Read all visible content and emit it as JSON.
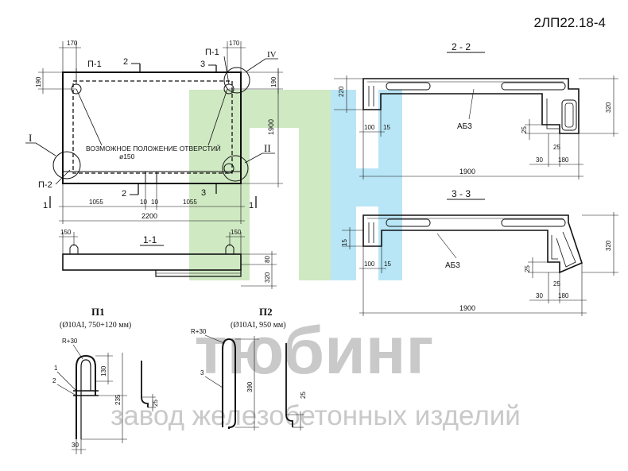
{
  "title": "2ЛП22.18-4",
  "plan": {
    "labels": {
      "p1_left": "П-1",
      "p1_right": "П-1",
      "p2": "П-2",
      "sec2_top": "2",
      "sec2_bottom": "2",
      "sec3_top": "3",
      "sec3_bottom": "3",
      "sec1_left": "1",
      "sec1_right": "1",
      "roman1": "I",
      "roman2": "II",
      "roman4": "IV",
      "note": "ВОЗМОЖНОЕ ПОЛОЖЕНИЕ ОТВЕРСТИЙ",
      "dia": "ø150"
    },
    "dims": {
      "top_left": "170",
      "top_right": "170",
      "left_190": "190",
      "right_190": "190",
      "height": "1900",
      "b1055a": "1055",
      "b10a": "10",
      "b10b": "10",
      "b1055b": "1055",
      "total": "2200"
    }
  },
  "section11": {
    "label": "1-1",
    "dims": {
      "left150": "150",
      "right150": "150",
      "d80": "80",
      "d320": "320"
    }
  },
  "section22": {
    "label": "2 - 2",
    "dims": {
      "d220": "220",
      "d100": "100",
      "d15": "15",
      "d25a": "25",
      "d25b": "25",
      "d30": "30",
      "d180": "180",
      "d1900": "1900",
      "d320": "320"
    },
    "rebar": "АБ3"
  },
  "section33": {
    "label": "3 - 3",
    "dims": {
      "d15a": "15",
      "d100": "100",
      "d15b": "15",
      "d25a": "25",
      "d25b": "25",
      "d30": "30",
      "d180": "180",
      "d1900": "1900",
      "d320": "320"
    },
    "rebar": "АБ3"
  },
  "p1": {
    "title": "П1",
    "subtitle": "(Ø10AI, 750+120 мм)",
    "dims": {
      "r": "R+30",
      "m1": "1",
      "m2": "2",
      "d130": "130",
      "d235": "235",
      "d25": "25",
      "d30": "30"
    }
  },
  "p2": {
    "title": "П2",
    "subtitle": "(Ø10AI, 950 мм)",
    "dims": {
      "r": "R+30",
      "m3": "3",
      "d390": "390",
      "d25": "25"
    }
  },
  "watermark": {
    "brand": "тюбинг",
    "tagline": "завод железобетонных изделий"
  },
  "colors": {
    "wm_green": "#cfe9c2",
    "wm_blue": "#b9e6f6",
    "wm_text": "#c9c9c9",
    "ink": "#111111"
  }
}
